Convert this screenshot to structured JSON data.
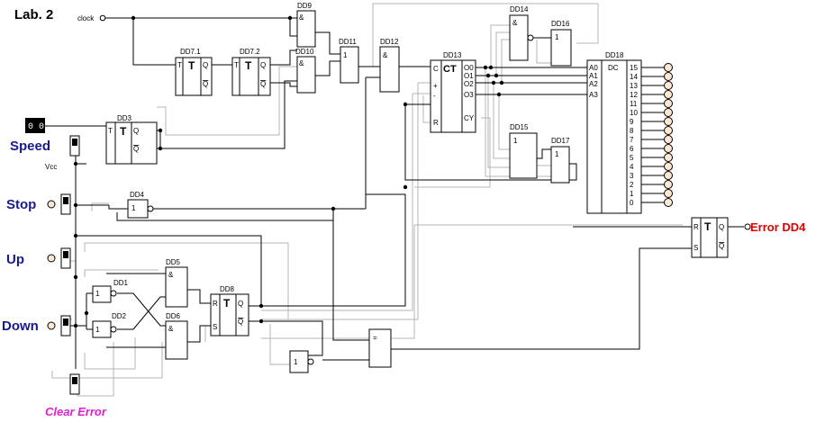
{
  "title": "Lab. 2",
  "labels": {
    "clock": "clock",
    "vcc": "Vcc",
    "speed": "Speed",
    "stop": "Stop",
    "up": "Up",
    "down": "Down",
    "clear_error": "Clear Error",
    "error_dd4": "Error DD4",
    "speed_display": "0 0"
  },
  "chips": {
    "dd3": "DD3",
    "dd4": "DD4",
    "dd5": "DD5",
    "dd6": "DD6",
    "dd8": "DD8",
    "dd1": "DD1",
    "dd2": "DD2",
    "dd7_1": "DD7.1",
    "dd7_2": "DD7.2",
    "dd9": "DD9",
    "dd10": "DD10",
    "dd11": "DD11",
    "dd12": "DD12",
    "dd13": "DD13",
    "dd14": "DD14",
    "dd15": "DD15",
    "dd16": "DD16",
    "dd17": "DD17",
    "dd18": "DD18"
  },
  "pins": {
    "t": "T",
    "q": "Q",
    "qbar": "Q",
    "and": "&",
    "or1": "1",
    "eq": "=",
    "r": "R",
    "s": "S",
    "c": "C",
    "ct": "CT",
    "plus": "+",
    "minus": "-",
    "cy": "CY",
    "dc": "DC",
    "o_outs": [
      "O0",
      "O1",
      "O2",
      "O3"
    ],
    "a_ins": [
      "A0",
      "A1",
      "A2",
      "A3"
    ],
    "dc_outs": [
      "15",
      "14",
      "13",
      "12",
      "11",
      "10",
      "9",
      "8",
      "7",
      "6",
      "5",
      "4",
      "3",
      "2",
      "1",
      "0"
    ]
  },
  "colors": {
    "title": "#000000",
    "switch_labels": "#1a1a8c",
    "clear_error": "#e020d0",
    "error_label": "#e00000",
    "lamp_fill": "#fde8d4"
  }
}
